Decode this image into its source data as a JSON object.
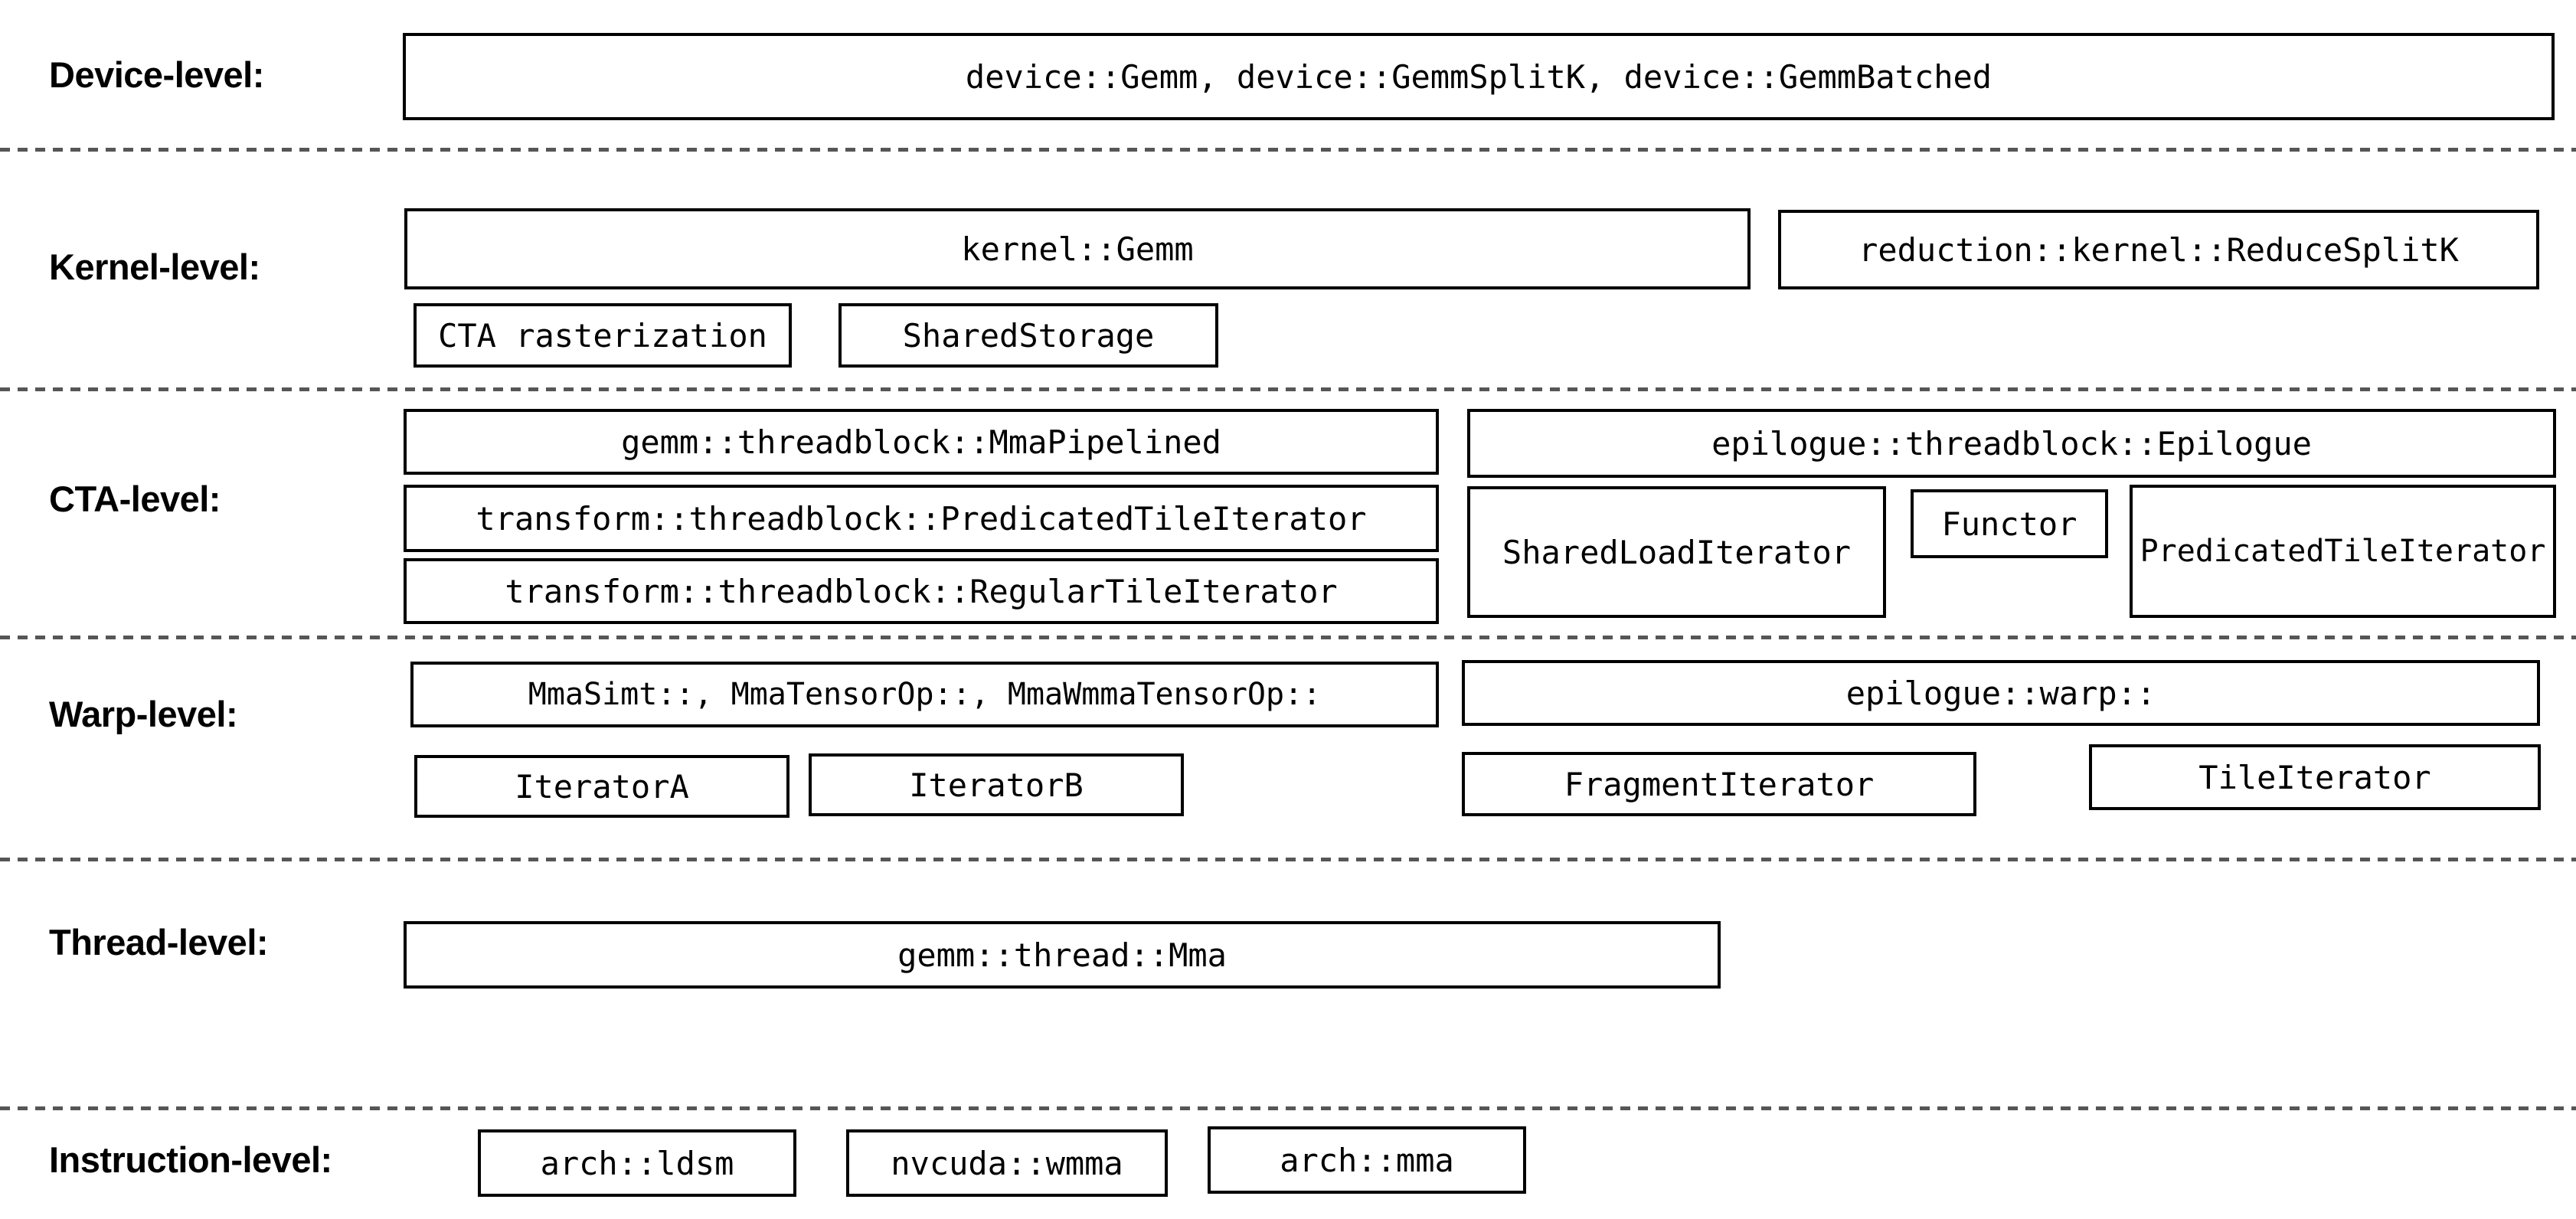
{
  "colors": {
    "background": "#ffffff",
    "box_border": "#000000",
    "text": "#000000",
    "separator": "#565656"
  },
  "rows": [
    {
      "label": "Device-level:",
      "boxes": [
        {
          "text": "device::Gemm, device::GemmSplitK, device::GemmBatched"
        }
      ]
    },
    {
      "label": "Kernel-level:",
      "boxes": [
        {
          "text": "kernel::Gemm"
        },
        {
          "text": "reduction::kernel::ReduceSplitK"
        },
        {
          "text": "CTA rasterization"
        },
        {
          "text": "SharedStorage"
        }
      ]
    },
    {
      "label": "CTA-level:",
      "boxes": [
        {
          "text": "gemm::threadblock::MmaPipelined"
        },
        {
          "text": "transform::threadblock::PredicatedTileIterator"
        },
        {
          "text": "transform::threadblock::RegularTileIterator"
        },
        {
          "text": "epilogue::threadblock::Epilogue"
        },
        {
          "text": "SharedLoadIterator"
        },
        {
          "text": "Functor"
        },
        {
          "text": "PredicatedTileIterator"
        }
      ]
    },
    {
      "label": "Warp-level:",
      "boxes": [
        {
          "text": "MmaSimt::, MmaTensorOp::, MmaWmmaTensorOp::"
        },
        {
          "text": "IteratorA"
        },
        {
          "text": "IteratorB"
        },
        {
          "text": "epilogue::warp::"
        },
        {
          "text": "FragmentIterator"
        },
        {
          "text": "TileIterator"
        }
      ]
    },
    {
      "label": "Thread-level:",
      "boxes": [
        {
          "text": "gemm::thread::Mma"
        }
      ]
    },
    {
      "label": "Instruction-level:",
      "boxes": [
        {
          "text": "arch::ldsm"
        },
        {
          "text": "nvcuda::wmma"
        },
        {
          "text": "arch::mma"
        }
      ]
    }
  ]
}
